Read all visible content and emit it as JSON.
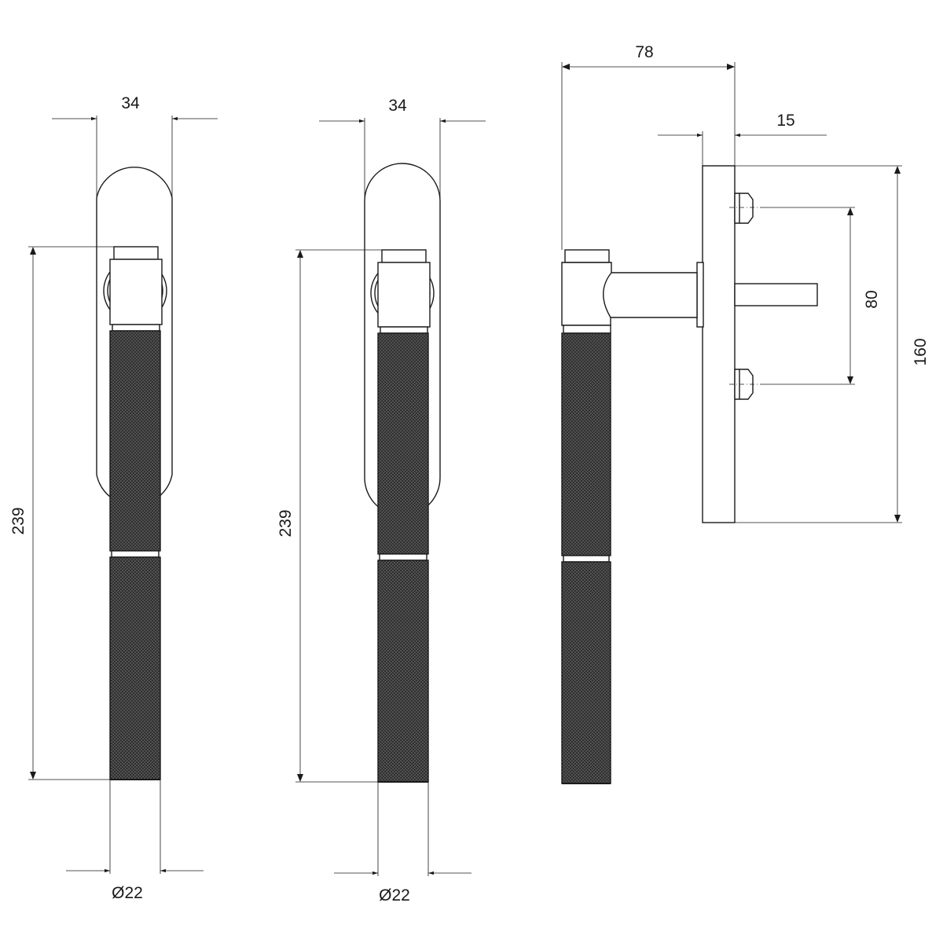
{
  "dimensions": {
    "front1_plate_width": "34",
    "front1_height": "239",
    "front1_diameter": "Ø22",
    "front2_plate_width": "34",
    "front2_height": "239",
    "front2_diameter": "Ø22",
    "side_projection": "78",
    "side_plate_depth": "15",
    "side_screw_spacing": "80",
    "side_plate_height": "160"
  },
  "colors": {
    "line": "#1a1a1a",
    "knurl_fill": "#4a4a4a",
    "background": "#ffffff"
  }
}
